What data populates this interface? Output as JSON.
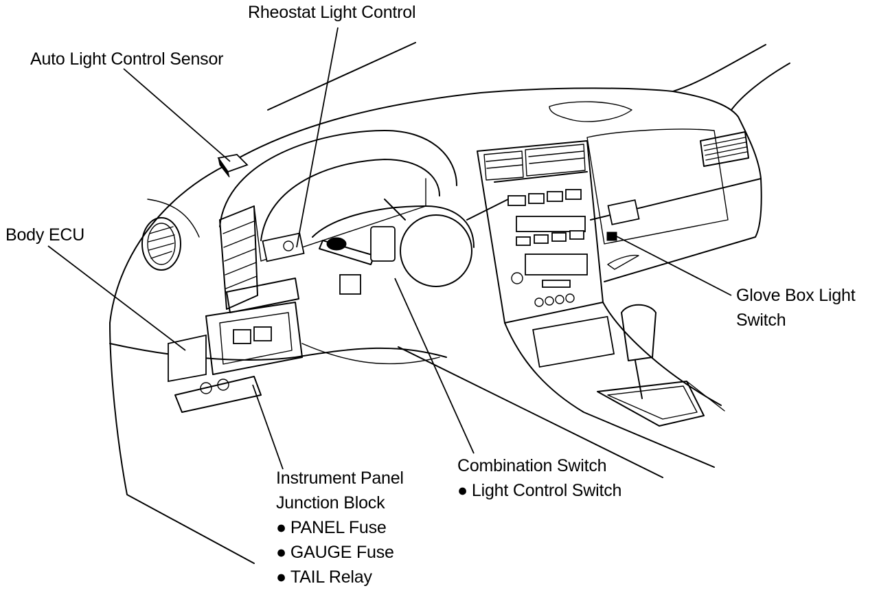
{
  "labels": {
    "rheostat": "Rheostat Light Control",
    "auto_sensor": "Auto Light Control Sensor",
    "body_ecu": "Body ECU",
    "glove_box_line1": "Glove Box Light",
    "glove_box_line2": "Switch",
    "ip_junction_line1": "Instrument Panel",
    "ip_junction_line2": "Junction Block",
    "combination_switch": "Combination Switch"
  },
  "ip_junction_items": [
    "PANEL Fuse",
    "GAUGE Fuse",
    "TAIL Relay"
  ],
  "combination_switch_items": [
    "Light Control Switch"
  ],
  "bullet_glyph": "●"
}
